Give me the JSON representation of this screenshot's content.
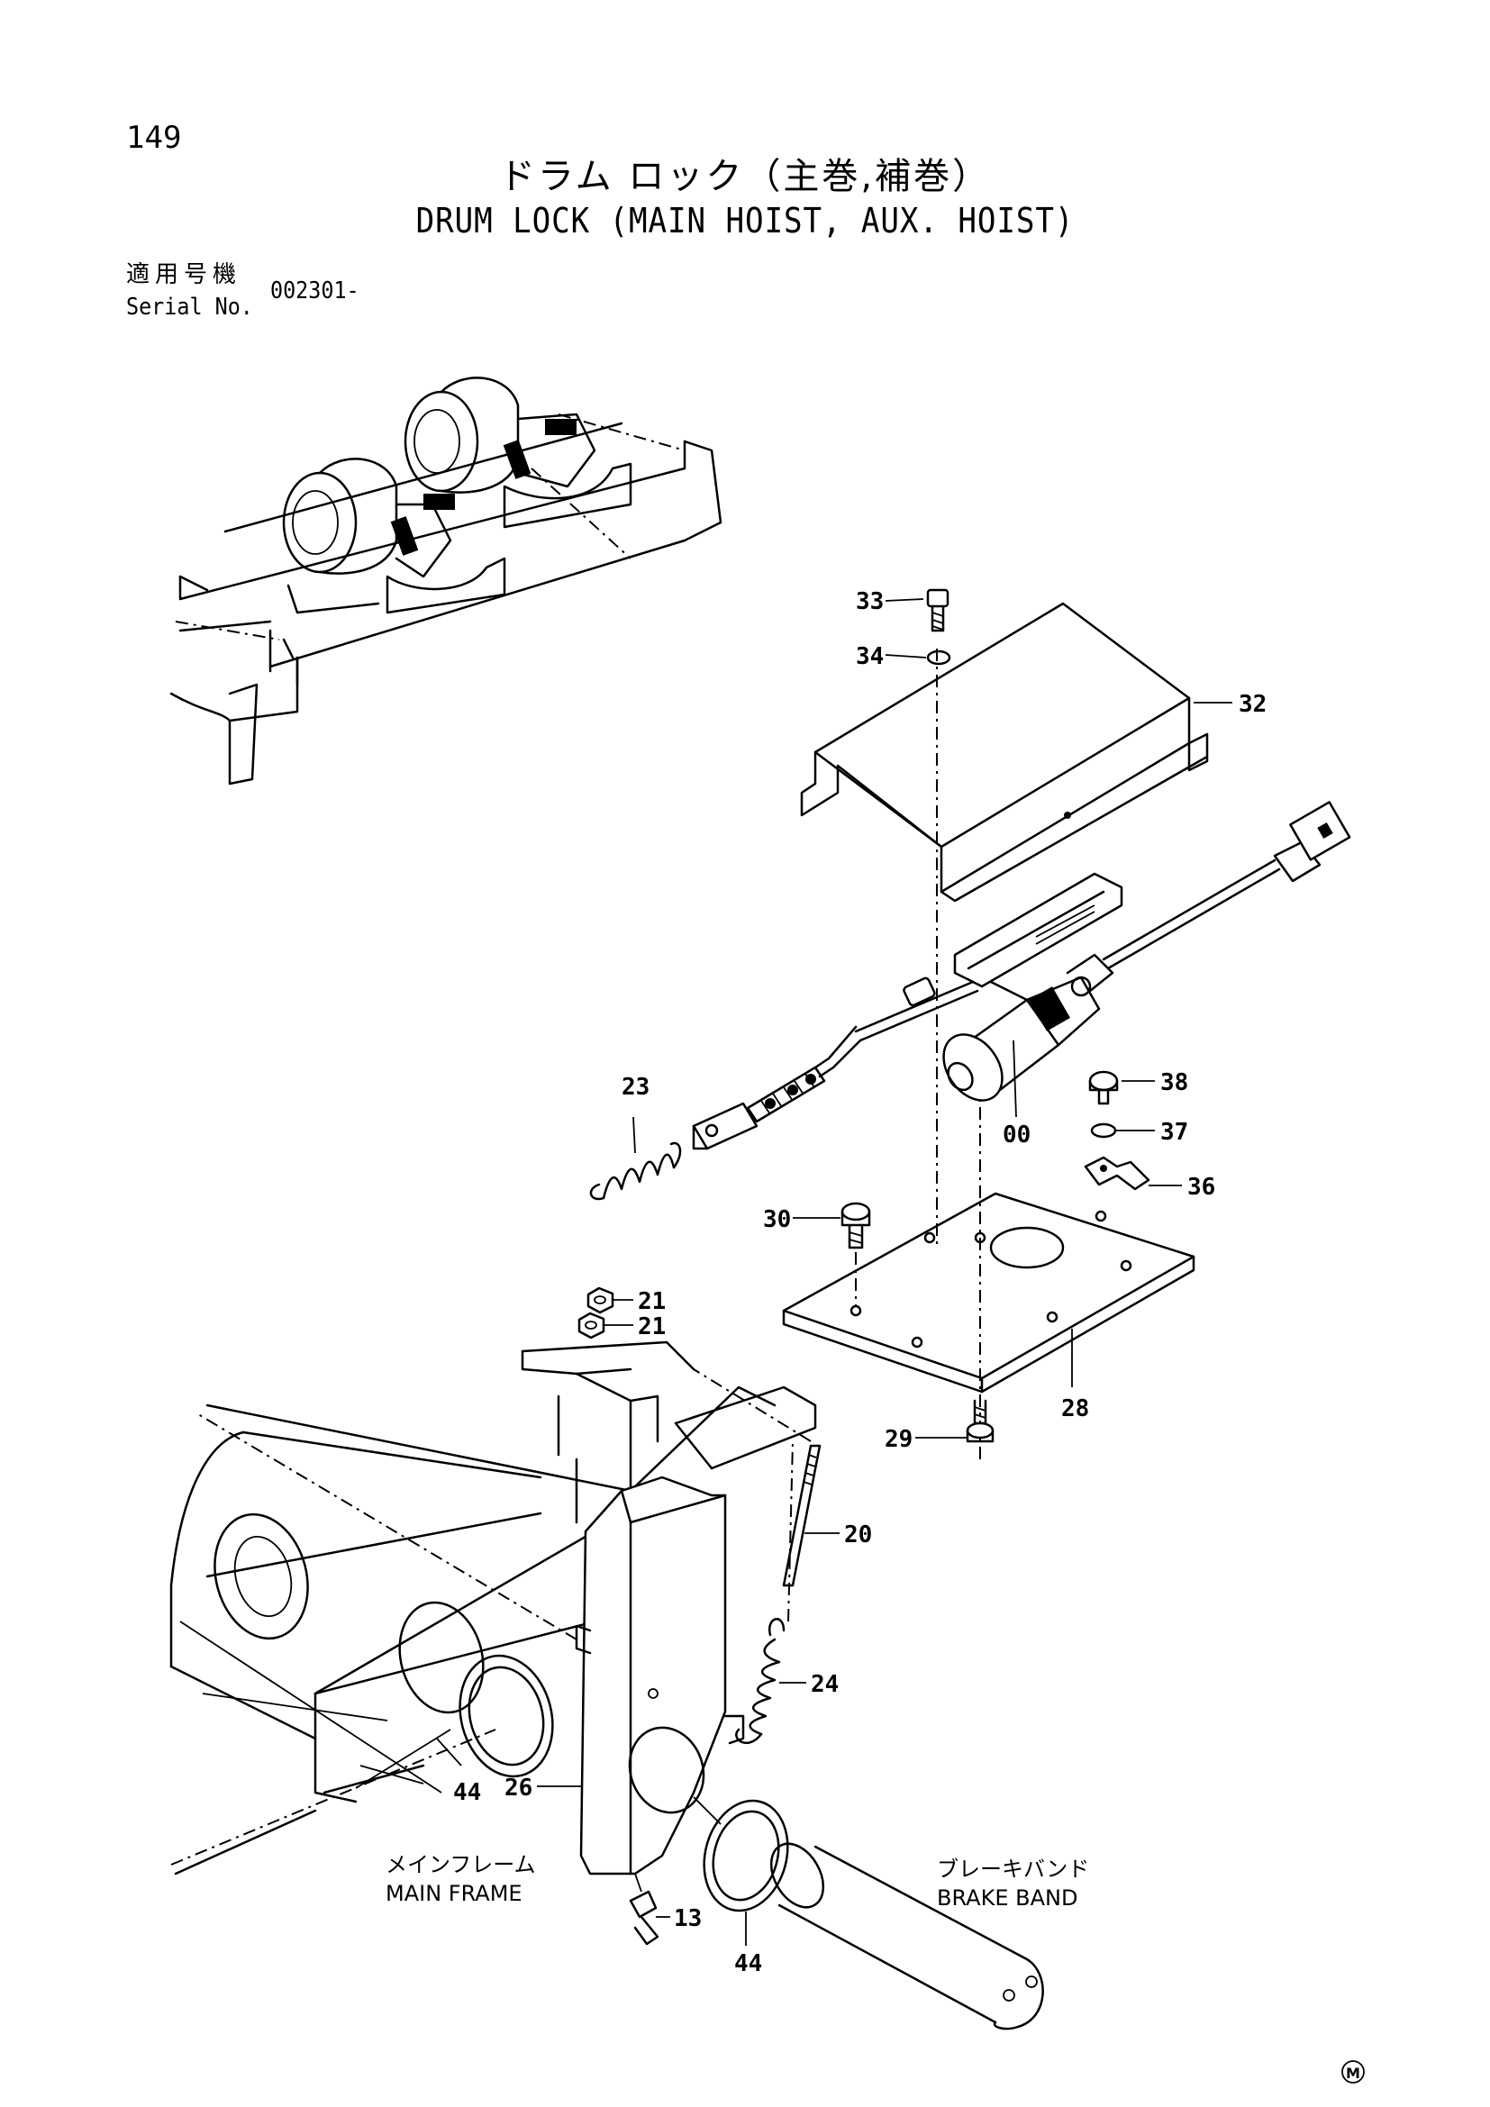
{
  "page_number": "149",
  "title_jp": "ドラム ロック（主巻,補巻）",
  "title_en": "DRUM LOCK (MAIN HOIST, AUX. HOIST)",
  "serial": {
    "label_jp": "適用号機",
    "label_en": "Serial No.",
    "value": "002301-"
  },
  "callouts": {
    "c33": "33",
    "c34": "34",
    "c32": "32",
    "c38": "38",
    "c37": "37",
    "c36": "36",
    "c00": "00",
    "c23": "23",
    "c30": "30",
    "c21a": "21",
    "c21b": "21",
    "c28": "28",
    "c29": "29",
    "c20": "20",
    "c24": "24",
    "c26": "26",
    "c44a": "44",
    "c44b": "44",
    "c13": "13"
  },
  "labels": {
    "main_frame_jp": "メインフレーム",
    "main_frame_en": "MAIN FRAME",
    "brake_band_jp": "ブレーキバンド",
    "brake_band_en": "BRAKE BAND",
    "corner_mark": "M"
  }
}
